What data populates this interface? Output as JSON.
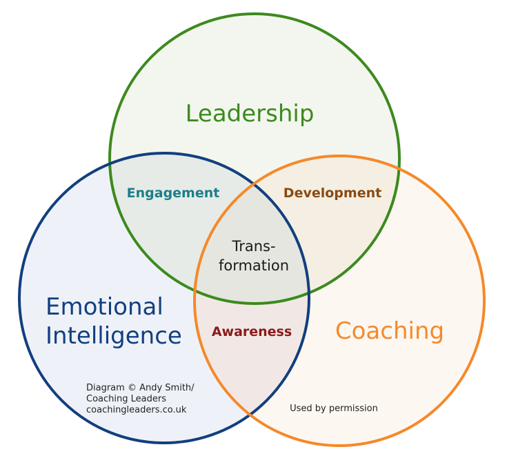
{
  "circles": {
    "leadership": {
      "label": "Leadership",
      "color": "#3c8a1e",
      "fill": "#f3f6ee"
    },
    "emotional_intelligence": {
      "label_lines": [
        "Emotional",
        "Intelligence"
      ],
      "color": "#123f7e",
      "fill": "#eef2f8"
    },
    "coaching": {
      "label": "Coaching",
      "color": "#f5892a",
      "fill": "#fdf7f1"
    }
  },
  "overlaps": {
    "engagement": {
      "label": "Engagement",
      "color": "#1a7e8a"
    },
    "development": {
      "label": "Development",
      "color": "#8a4a12"
    },
    "awareness": {
      "label": "Awareness",
      "color": "#8a1a1a"
    },
    "center_lines": [
      "Trans-",
      "formation"
    ]
  },
  "credit": {
    "lines": [
      "Diagram © Andy Smith/",
      "Coaching Leaders",
      "coachingleaders.co.uk"
    ],
    "permission": "Used by permission"
  }
}
